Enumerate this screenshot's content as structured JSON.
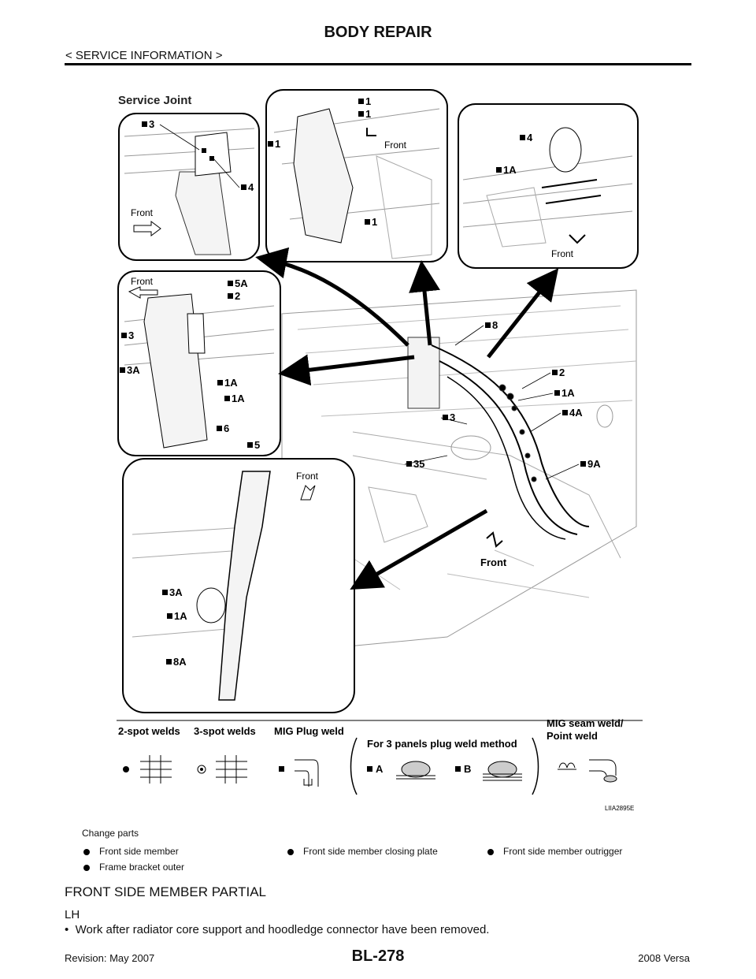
{
  "header": {
    "title": "BODY REPAIR",
    "subtitle": "< SERVICE INFORMATION >"
  },
  "figure": {
    "heading": "Service Joint",
    "code": "LIIA2895E",
    "front_label": "Front",
    "callouts_top_left": [
      "3",
      "4"
    ],
    "callouts_top_center": [
      "1",
      "1",
      "1",
      "1"
    ],
    "callouts_top_right": [
      "4",
      "1A"
    ],
    "callouts_mid_left": [
      "5A",
      "2",
      "3",
      "3A",
      "1A",
      "1A",
      "6",
      "5"
    ],
    "callouts_main": [
      "8",
      "2",
      "1A",
      "4A",
      "3",
      "35",
      "9A"
    ],
    "callouts_bottom_left": [
      "3A",
      "1A",
      "8A"
    ],
    "legend": {
      "two_spot": "2-spot welds",
      "three_spot": "3-spot welds",
      "mig_plug": "MIG Plug weld",
      "three_panel": "For 3 panels plug weld method",
      "a": "A",
      "b": "B",
      "mig_seam": "MIG seam weld/",
      "point_weld": "Point weld"
    }
  },
  "change_parts": {
    "title": "Change parts",
    "items": [
      "Front side member",
      "Front side member closing plate",
      "Front side member outrigger",
      "Frame bracket outer"
    ]
  },
  "section": {
    "title": "FRONT SIDE MEMBER PARTIAL",
    "side": "LH",
    "steps": [
      "Work after radiator core support and hoodledge connector have been removed."
    ]
  },
  "footer": {
    "revision": "Revision: May 2007",
    "page": "BL-278",
    "model": "2008 Versa"
  }
}
